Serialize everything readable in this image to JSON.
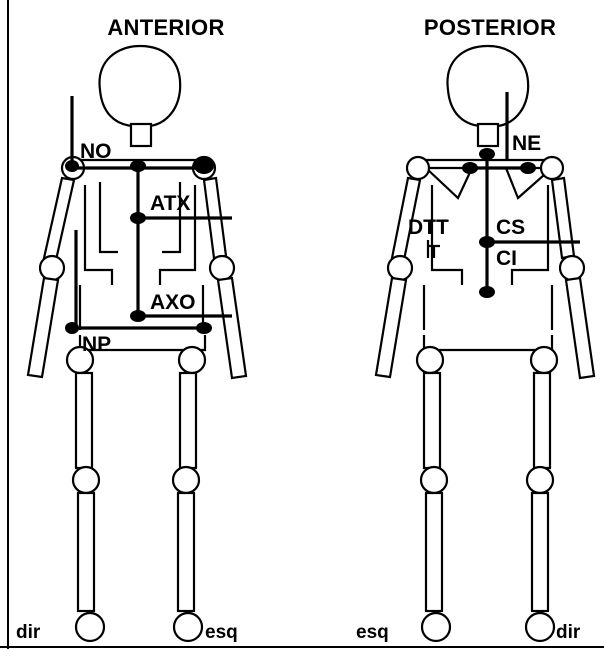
{
  "figure": {
    "panels": [
      {
        "id": "anterior",
        "title": "ANTERIOR",
        "markers": [
          "NO",
          "ATX",
          "AXO",
          "NP"
        ],
        "left_side": "dir",
        "right_side": "esq"
      },
      {
        "id": "posterior",
        "title": "POSTERIOR",
        "markers": [
          "NE",
          "DTT",
          "CS",
          "CI"
        ],
        "left_side": "esq",
        "right_side": "dir"
      }
    ],
    "colors": {
      "ink": "#000000",
      "paper": "#ffffff"
    }
  }
}
